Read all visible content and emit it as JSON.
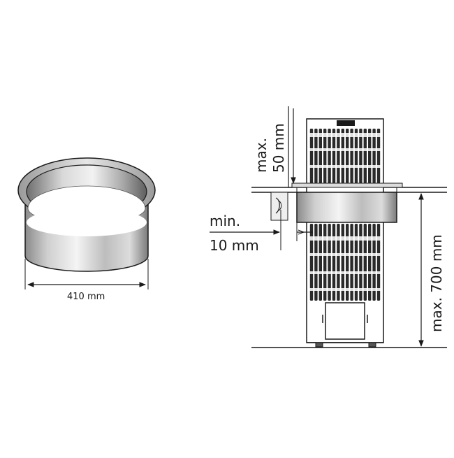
{
  "ring_diagram": {
    "width_label": "410 mm"
  },
  "heater_diagram": {
    "top_clearance_line1": "max.",
    "top_clearance_line2": "50 mm",
    "side_clearance_line1": "min.",
    "side_clearance_line2": "10 mm",
    "height_label": "max. 700 mm"
  },
  "colors": {
    "line": "#1a1a1a",
    "steel_light": "#e9e9e9",
    "steel_mid": "#b5b5b5",
    "steel_dark": "#6f6f6f",
    "stone_rod": "#2a2a2a"
  }
}
